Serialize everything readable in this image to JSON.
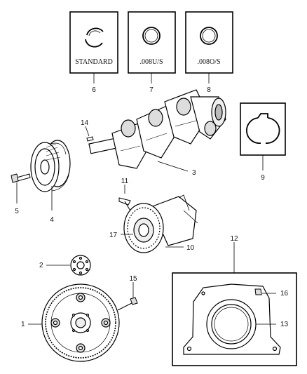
{
  "bearing_boxes": [
    {
      "label": "STANDARD",
      "callout": "6"
    },
    {
      "label": ".008U/S",
      "callout": "7"
    },
    {
      "label": ".008O/S",
      "callout": "8"
    }
  ],
  "callouts": {
    "c1": "1",
    "c2": "2",
    "c3": "3",
    "c4": "4",
    "c5": "5",
    "c9": "9",
    "c10": "10",
    "c11": "11",
    "c12": "12",
    "c13": "13",
    "c14": "14",
    "c15": "15",
    "c16": "16",
    "c17": "17"
  }
}
